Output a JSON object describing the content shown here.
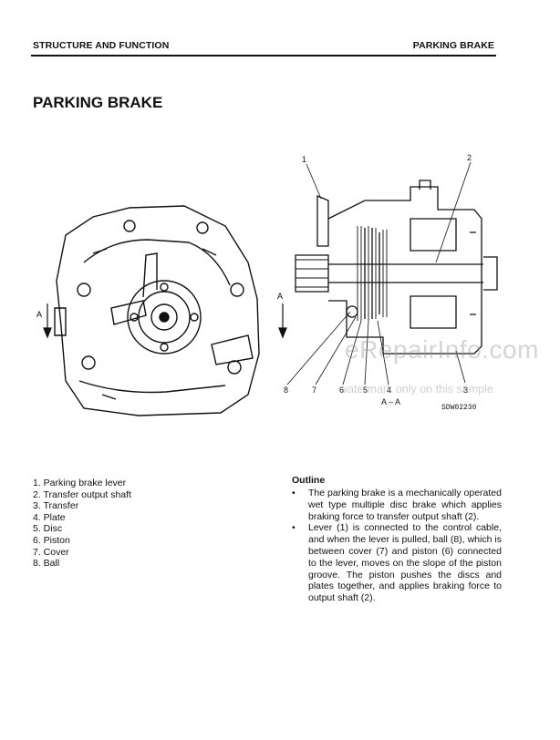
{
  "header": {
    "left": "STRUCTURE AND FUNCTION",
    "right": "PARKING BRAKE"
  },
  "page_title": "PARKING BRAKE",
  "figure": {
    "section_label": "A – A",
    "section_mark": "A",
    "drawing_code": "SDW02230",
    "callouts": [
      "1",
      "2",
      "3",
      "4",
      "5",
      "6",
      "7",
      "8"
    ]
  },
  "watermark": {
    "main": "eRepairInfo.com",
    "sub": "watermark only on this sample"
  },
  "parts_list": [
    "1. Parking brake lever",
    "2. Transfer output shaft",
    "3. Transfer",
    "4. Plate",
    "5. Disc",
    "6. Piston",
    "7. Cover",
    "8. Ball"
  ],
  "outline": {
    "heading": "Outline",
    "bullet": "•",
    "items": [
      "The parking brake is a mechanically operated wet type multiple disc brake which applies braking force to transfer output shaft (2).",
      "Lever (1) is connected to the control cable, and when the lever is pulled, ball (8), which is between cover (7) and piston (6) connected to the lever, moves on the slope of the piston groove. The piston pushes the discs and plates together, and applies braking force to output shaft (2)."
    ]
  }
}
